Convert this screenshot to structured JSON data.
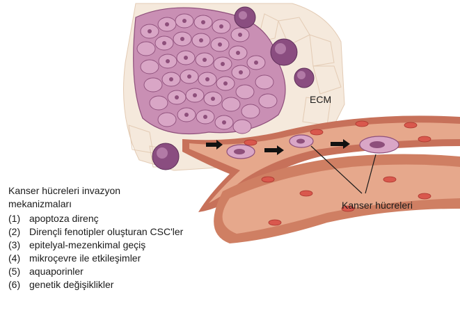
{
  "labels": {
    "ecm": "ECM",
    "cancer_cells": "Kanser hücreleri"
  },
  "caption": {
    "title_line1": "Kanser hücreleri invazyon",
    "title_line2": "mekanizmaları",
    "items": [
      {
        "num": "(1)",
        "text": "apoptoza direnç"
      },
      {
        "num": "(2)",
        "text": "Dirençli fenotipler oluşturan CSC'ler"
      },
      {
        "num": "(3)",
        "text": "epitelyal-mezenkimal geçiş"
      },
      {
        "num": "(4)",
        "text": "mikroçevre ile etkileşimler"
      },
      {
        "num": "(5)",
        "text": "aquaporinler"
      },
      {
        "num": "(6)",
        "text": "genetik değişiklikler"
      }
    ]
  },
  "colors": {
    "tissue": "#f5e9dc",
    "tissue_line": "#e3cbb4",
    "tumor_cell": "#c98fb4",
    "tumor_cell_dark": "#8e4f7b",
    "immune_cell": "#8a4d80",
    "vessel_wall": "#c7715a",
    "vessel_lumen": "#e6a88c",
    "red_blood_cell": "#d9584d",
    "arrow": "#111111"
  },
  "icons": {
    "arrow": "black-right-arrow-icon",
    "pointer": "leader-line-icon"
  }
}
